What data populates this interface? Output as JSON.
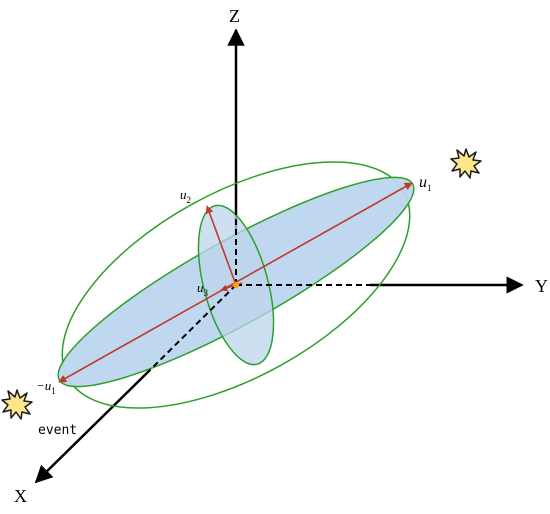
{
  "axes": {
    "z": "Z",
    "y": "Y",
    "x": "X"
  },
  "vectors": {
    "u1": {
      "base": "u",
      "sub": "1"
    },
    "neg_u1": {
      "base": "−u",
      "sub": "1"
    },
    "u2": {
      "base": "u",
      "sub": "2"
    },
    "u3": {
      "base": "u",
      "sub": "3"
    }
  },
  "event_label": "event",
  "colors": {
    "ellipse_stroke": "#2ca02c",
    "ellipse_fill": "#bcd6ee",
    "vector": "#c0392b",
    "axis": "#000000",
    "burst_fill": "#fde68a",
    "burst_stroke": "#1a1a1a",
    "origin_dot": "#f4a300"
  },
  "icons": {
    "burst_right": "burst-icon",
    "burst_left": "burst-icon"
  }
}
